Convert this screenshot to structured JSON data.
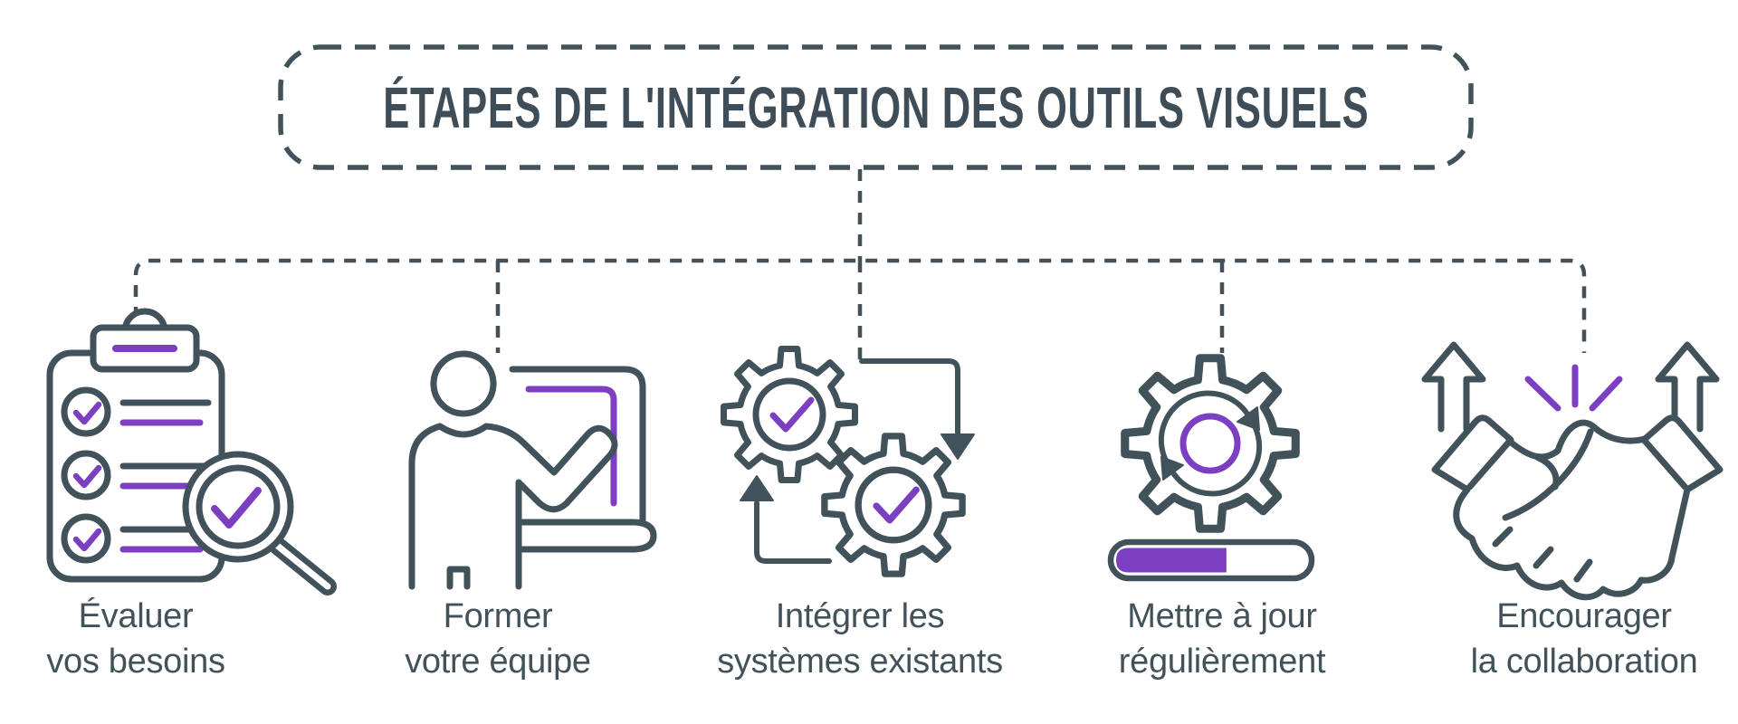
{
  "title": "ÉTAPES DE L'INTÉGRATION DES OUTILS VISUELS",
  "colors": {
    "outline": "#42525B",
    "accent_purple": "#7C3FC2",
    "background": "#ffffff"
  },
  "steps": [
    {
      "icon": "clipboard-checklist-magnifier-icon",
      "label_line1": "Évaluer",
      "label_line2": "vos besoins"
    },
    {
      "icon": "trainer-presentation-board-icon",
      "label_line1": "Former",
      "label_line2": "votre équipe"
    },
    {
      "icon": "meshing-gears-checkmarks-icon",
      "label_line1": "Intégrer les",
      "label_line2": "systèmes existants"
    },
    {
      "icon": "gear-refresh-progress-icon",
      "label_line1": "Mettre à jour",
      "label_line2": "régulièrement",
      "progress_ratio": 0.58
    },
    {
      "icon": "handshake-collaboration-icon",
      "label_line1": "Encourager",
      "label_line2": "la collaboration"
    }
  ]
}
